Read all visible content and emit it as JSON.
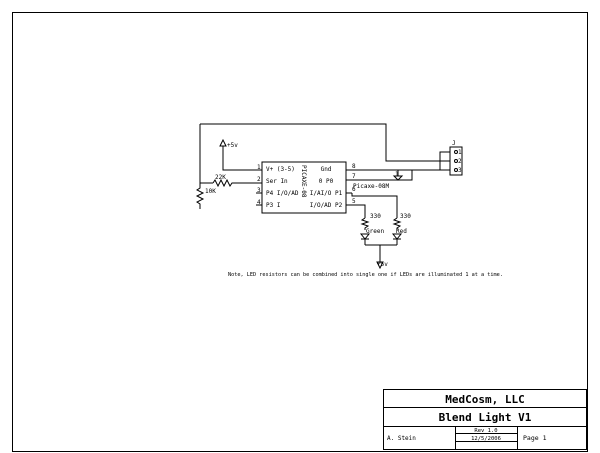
{
  "schematic": {
    "power_top": "+5v",
    "power_bottom": "+5v",
    "ic_type": "PICAXE-08",
    "ic_label": "Picaxe-08M",
    "pins": [
      {
        "num": "1",
        "name": "V+ (3-5)"
      },
      {
        "num": "2",
        "name": "Ser In"
      },
      {
        "num": "3",
        "name": "P4 I/O/AD"
      },
      {
        "num": "4",
        "name": "P3 I"
      },
      {
        "num": "8",
        "name": "Gnd"
      },
      {
        "num": "7",
        "name": "0 P0"
      },
      {
        "num": "6",
        "name": "I/AI/O P1"
      },
      {
        "num": "5",
        "name": "I/O/AD P2"
      }
    ],
    "r_series": "22K",
    "r_pulldown": "10K",
    "r_led1": "330",
    "r_led2": "330",
    "led1": "Green",
    "led2": "Red",
    "gnd_pin": "1",
    "connector": {
      "ref": "J",
      "pins": [
        "1",
        "2",
        "3"
      ]
    },
    "note": "Note, LED resistors can be combined into single one if LEDs are illuminated 1 at a time."
  },
  "title_block": {
    "company": "MedCosm, LLC",
    "title": "Blend Light V1",
    "author": "A. Stein",
    "rev": "Rev 1.0",
    "date": "12/5/2006",
    "page": "Page 1"
  }
}
